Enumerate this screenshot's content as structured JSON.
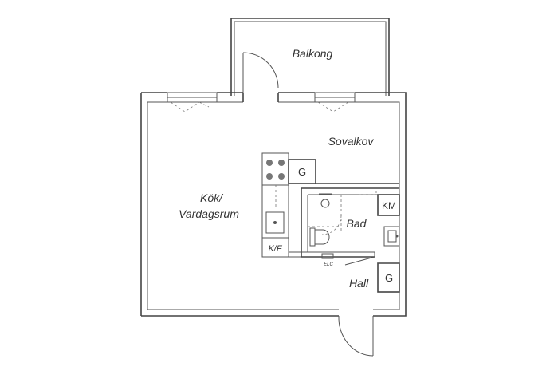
{
  "rooms": {
    "balkong": "Balkong",
    "sovalkov": "Sovalkov",
    "kok_line1": "Kök/",
    "kok_line2": "Vardagsrum",
    "bad": "Bad",
    "hall": "Hall"
  },
  "fixtures": {
    "wardrobe_upper": "G",
    "wardrobe_hall": "G",
    "washer": "KM",
    "fridge": "K/F",
    "electric": "ELC"
  },
  "colors": {
    "wall": "#444444",
    "stove": "#3a3a3a",
    "text": "#333333"
  }
}
